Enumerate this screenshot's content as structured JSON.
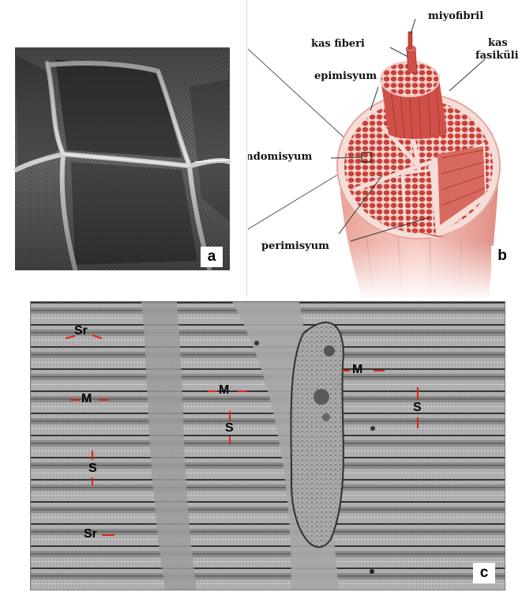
{
  "panel_a": {
    "letter": "a"
  },
  "panel_b": {
    "letter": "b",
    "labels": {
      "myofibril": "miyofibril",
      "muscle_fiber": "kas fiberi",
      "fascicle_line1": "kas",
      "fascicle_line2": "fasiküli",
      "epimysium": "epimisyum",
      "endomysium": "endomisyum",
      "perimysium": "perimisyum"
    }
  },
  "panel_c": {
    "letter": "c",
    "markers": [
      "Sr",
      "M",
      "M",
      "S",
      "S",
      "M",
      "S",
      "Sr"
    ]
  },
  "colors": {
    "muscle_red": "#c8423a",
    "sheath_pink": "#f0b5ad",
    "marker_line": "#e0221b"
  }
}
